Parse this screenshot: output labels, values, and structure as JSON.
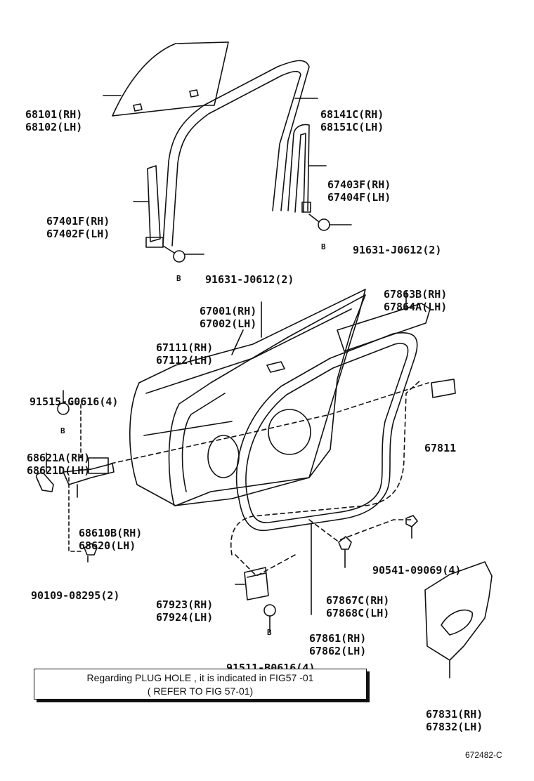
{
  "labels": {
    "glass": [
      "68101(RH)",
      "68102(LH)"
    ],
    "run_channel": [
      "68141C(RH)",
      "68151C(LH)"
    ],
    "rear_channel": [
      "67403F(RH)",
      "67404F(LH)"
    ],
    "front_channel": [
      "67401F(RH)",
      "67402F(LH)"
    ],
    "bolt_rear": "91631-J0612(2)",
    "bolt_front": "91631-J0612(2)",
    "weatherstrip_upper": [
      "67863B(RH)",
      "67864A(LH)"
    ],
    "door_panel": [
      "67001(RH)",
      "67002(LH)"
    ],
    "door_belt": [
      "67111(RH)",
      "67112(LH)"
    ],
    "bolt_check": "91515-G0616(4)",
    "plug": "67811",
    "check_cover": [
      "68621A(RH)",
      "68621D(LH)"
    ],
    "check_assy": [
      "68610B(RH)",
      "68620(LH)"
    ],
    "clip_right": "90541-09069(4)",
    "bolt_lower": "90109-08295(2)",
    "clip_weather": [
      "67867C(RH)",
      "67868C(LH)"
    ],
    "hinge": [
      "67923(RH)",
      "67924(LH)"
    ],
    "weatherstrip_main": [
      "67861(RH)",
      "67862(LH)"
    ],
    "bolt_hinge": "91511-B0616(4)",
    "service_hole_cover": [
      "67831(RH)",
      "67832(LH)"
    ],
    "circle_mark": "B"
  },
  "note": {
    "line1": "Regarding PLUG HOLE , it is indicated in FIG57 -01",
    "line2": "( REFER TO FIG 57-01)"
  },
  "figure_id": "672482-C"
}
